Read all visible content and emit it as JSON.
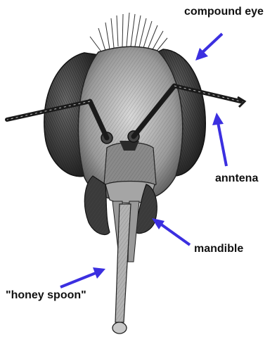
{
  "labels": {
    "compound_eye": "compound eye",
    "antenna": "anntena",
    "mandible": "mandible",
    "honey_spoon": "\"honey spoon\""
  },
  "colors": {
    "arrow": "#3b2fe0",
    "ink": "#1a1a1a",
    "background": "#ffffff"
  }
}
